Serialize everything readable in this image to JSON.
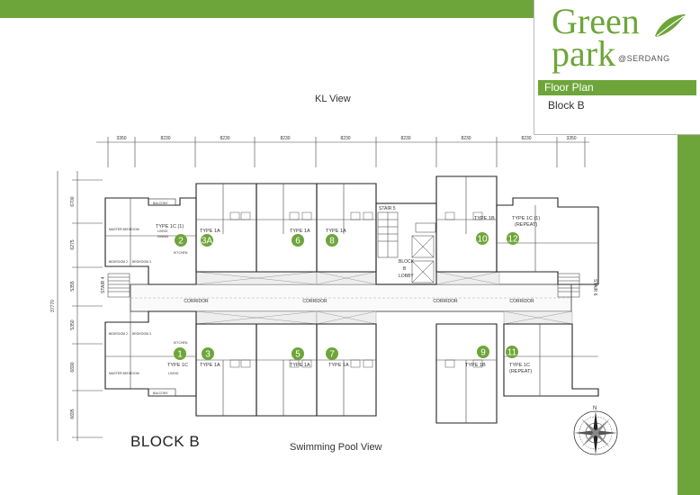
{
  "brand": {
    "word1": "Green",
    "word2": "park",
    "location": "@SERDANG"
  },
  "header": {
    "floor_plan": "Floor Plan",
    "block": "Block B"
  },
  "views": {
    "top": "KL View",
    "bottom": "Swimming Pool View"
  },
  "block_title": "BLOCK B",
  "colors": {
    "accent": "#6ea53a",
    "line": "#333333",
    "walkway": "#e2e2e2"
  },
  "dimensions": {
    "top": [
      "3350",
      "8230",
      "8230",
      "8230",
      "8230",
      "8230",
      "8230",
      "8230",
      "3350"
    ],
    "left": [
      "6700",
      "6275",
      "5355",
      "5350",
      "6690",
      "6695"
    ],
    "overall": "37770"
  },
  "corridor_labels": [
    "CORRIDOR",
    "CORRIDOR",
    "CORRIDOR",
    "CORRIDOR"
  ],
  "stairs": {
    "left": "STAIR 4",
    "right": "STAIR 6",
    "center": "STAIR 5"
  },
  "lobby": {
    "line1": "BLOCK",
    "line2": "B",
    "line3": "LOBBY"
  },
  "top_units": [
    {
      "badge": "2",
      "type": "TYPE 1C (1)"
    },
    {
      "badge": "3A",
      "type": "TYPE 1A"
    },
    {
      "badge": "6",
      "type": "TYPE 1A"
    },
    {
      "badge": "8",
      "type": "TYPE 1A"
    },
    {
      "badge": "10",
      "type": "TYPE 1B"
    },
    {
      "badge": "12",
      "type": "TYPE 1C (1)",
      "sub": "(REPEAT)"
    }
  ],
  "bottom_units": [
    {
      "badge": "1",
      "type": "TYPE 1C"
    },
    {
      "badge": "3",
      "type": "TYPE 1A"
    },
    {
      "badge": "5",
      "type": "TYPE 1A"
    },
    {
      "badge": "7",
      "type": "TYPE 1A"
    },
    {
      "badge": "9",
      "type": "TYPE 1B"
    },
    {
      "badge": "11",
      "type": "TYPE 1C",
      "sub": "(REPEAT)"
    }
  ],
  "room_labels": {
    "balcony": "BALCONY",
    "master_bedroom": "MASTER BEDROOM",
    "bedroom_2": "BEDROOM 2",
    "bedroom_3": "BEDROOM 3",
    "kitchen": "KITCHEN",
    "living": "LIVING",
    "dining": "DINING"
  },
  "compass": {
    "north": "N"
  }
}
